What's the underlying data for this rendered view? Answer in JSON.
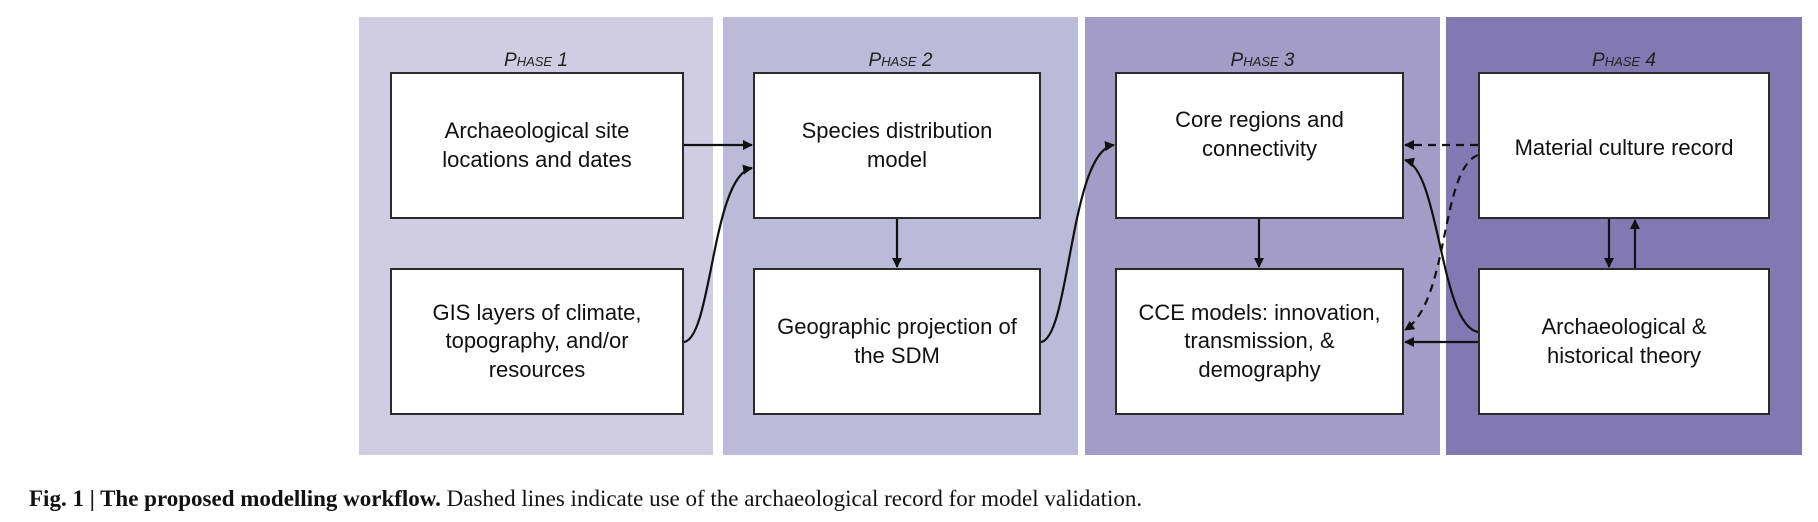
{
  "colors": {
    "phase1": "#d0cde3",
    "phase2": "#bbbbd9",
    "phase3": "#a29cc6",
    "phase4": "#8279b2"
  },
  "phases": [
    {
      "label": "Phase 1",
      "boxes": [
        "Archaeological site locations and dates",
        "GIS layers of climate, topography, and/or resources"
      ]
    },
    {
      "label": "Phase 2",
      "boxes": [
        "Species distribution model",
        "Geographic projection of the SDM"
      ]
    },
    {
      "label": "Phase 3",
      "boxes": [
        "Core regions and connectivity",
        "CCE models: innovation, transmission, & demography"
      ]
    },
    {
      "label": "Phase 4",
      "boxes": [
        "Material culture record",
        "Archaeological & historical theory"
      ]
    }
  ],
  "caption": {
    "title": "Fig. 1 | The proposed modelling workflow.",
    "text": " Dashed lines indicate use of the archaeological record for model validation."
  }
}
